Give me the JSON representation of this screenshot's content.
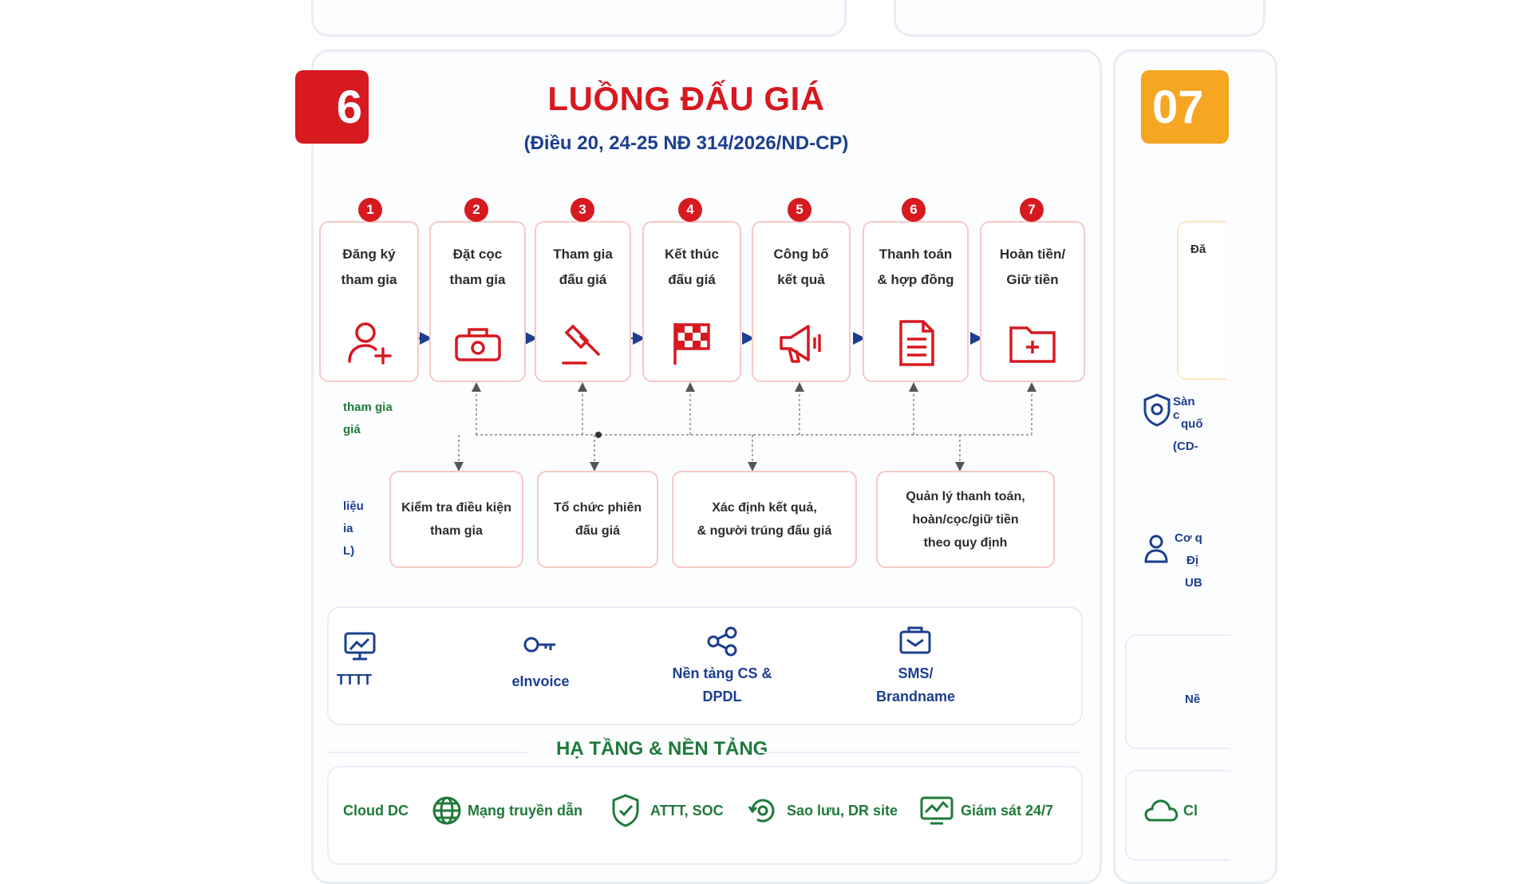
{
  "main_title": "LUỒNG ĐẤU GIÁ",
  "subtitle": "(Điều 20, 24-25 NĐ 314/2026/ND-CP)",
  "left_badge": "6",
  "right_badge": "07",
  "colors": {
    "red": "#d71920",
    "orange": "#f5a623",
    "navy": "#1b3f8f",
    "green": "#1f7a3a",
    "pink_border": "#f6c9c5"
  },
  "steps": [
    {
      "number": "1",
      "label": "Đăng ký\ntham gia",
      "icon": "user-add-icon"
    },
    {
      "number": "2",
      "label": "Đặt cọc\ntham gia",
      "icon": "money-icon"
    },
    {
      "number": "3",
      "label": "Tham gia\nđấu giá",
      "icon": "gavel-icon"
    },
    {
      "number": "4",
      "label": "Kết thúc\nđấu giá",
      "icon": "checkered-flag-icon"
    },
    {
      "number": "5",
      "label": "Công bố\nkết quả",
      "icon": "megaphone-icon"
    },
    {
      "number": "6",
      "label": "Thanh toán\n& hợp đồng",
      "icon": "document-icon"
    },
    {
      "number": "7",
      "label": "Hoàn tiền/\nGiữ tiền",
      "icon": "folder-icon"
    }
  ],
  "sub_processes": [
    "Kiểm tra điều kiện\ntham gia",
    "Tổ chức phiên\nđấu giá",
    "Xác định kết quả,\n& người trúng đấu giá",
    "Quản lý thanh toán,\nhoàn/cọc/giữ tiền\ntheo quy định"
  ],
  "left_partial": {
    "green_line1": "tham gia",
    "green_line2": "giá",
    "blue_line1": "liệu",
    "blue_line2": "ia",
    "blue_line3": "L)"
  },
  "right_partial": {
    "card_text": "Đă",
    "item1_line1": "Sàn c",
    "item1_line2": "quố",
    "item1_line3": "(CD-",
    "item2_line1": "Cơ q",
    "item2_line2": "Đị",
    "item2_line3": "UB",
    "item3_text": "Nề",
    "cloud_text": "Cl"
  },
  "services": [
    {
      "label": "TTTT",
      "icon": "monitor-icon"
    },
    {
      "label": "eInvoice",
      "icon": "key-icon"
    },
    {
      "label": "Nền tảng CS &\nDPDL",
      "icon": "share-icon"
    },
    {
      "label": "SMS/\nBrandname",
      "icon": "message-box-icon"
    }
  ],
  "infra_title": "HẠ TẦNG & NỀN TẢNG",
  "infra": [
    {
      "label": "Cloud DC",
      "icon": "cloud-icon"
    },
    {
      "label": "Mạng truyền dẫn",
      "icon": "globe-icon"
    },
    {
      "label": "ATTT, SOC",
      "icon": "shield-icon"
    },
    {
      "label": "Sao lưu, DR site",
      "icon": "backup-icon"
    },
    {
      "label": "Giám sát 24/7",
      "icon": "monitoring-icon"
    }
  ]
}
